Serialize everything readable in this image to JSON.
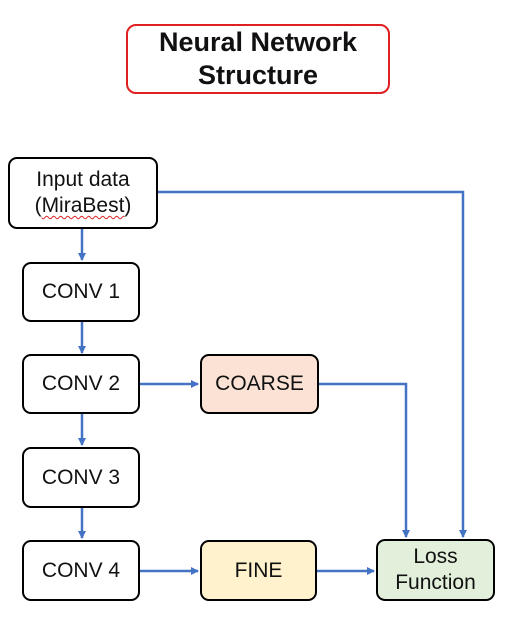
{
  "title": {
    "line1": "Neural Network",
    "line2": "Structure"
  },
  "nodes": {
    "input": {
      "line1": "Input data",
      "line2_open": "(",
      "line2_word": "MiraBest",
      "line2_close": ")"
    },
    "conv1": {
      "label": "CONV 1"
    },
    "conv2": {
      "label": "CONV 2"
    },
    "conv3": {
      "label": "CONV 3"
    },
    "conv4": {
      "label": "CONV 4"
    },
    "coarse": {
      "label": "COARSE"
    },
    "fine": {
      "label": "FINE"
    },
    "loss": {
      "line1": "Loss",
      "line2": "Function"
    }
  },
  "colors": {
    "arrow": "#4472c4",
    "title_border": "#e02020",
    "coarse_fill": "#fbe2d5",
    "fine_fill": "#fff2cc",
    "loss_fill": "#e2efda"
  }
}
